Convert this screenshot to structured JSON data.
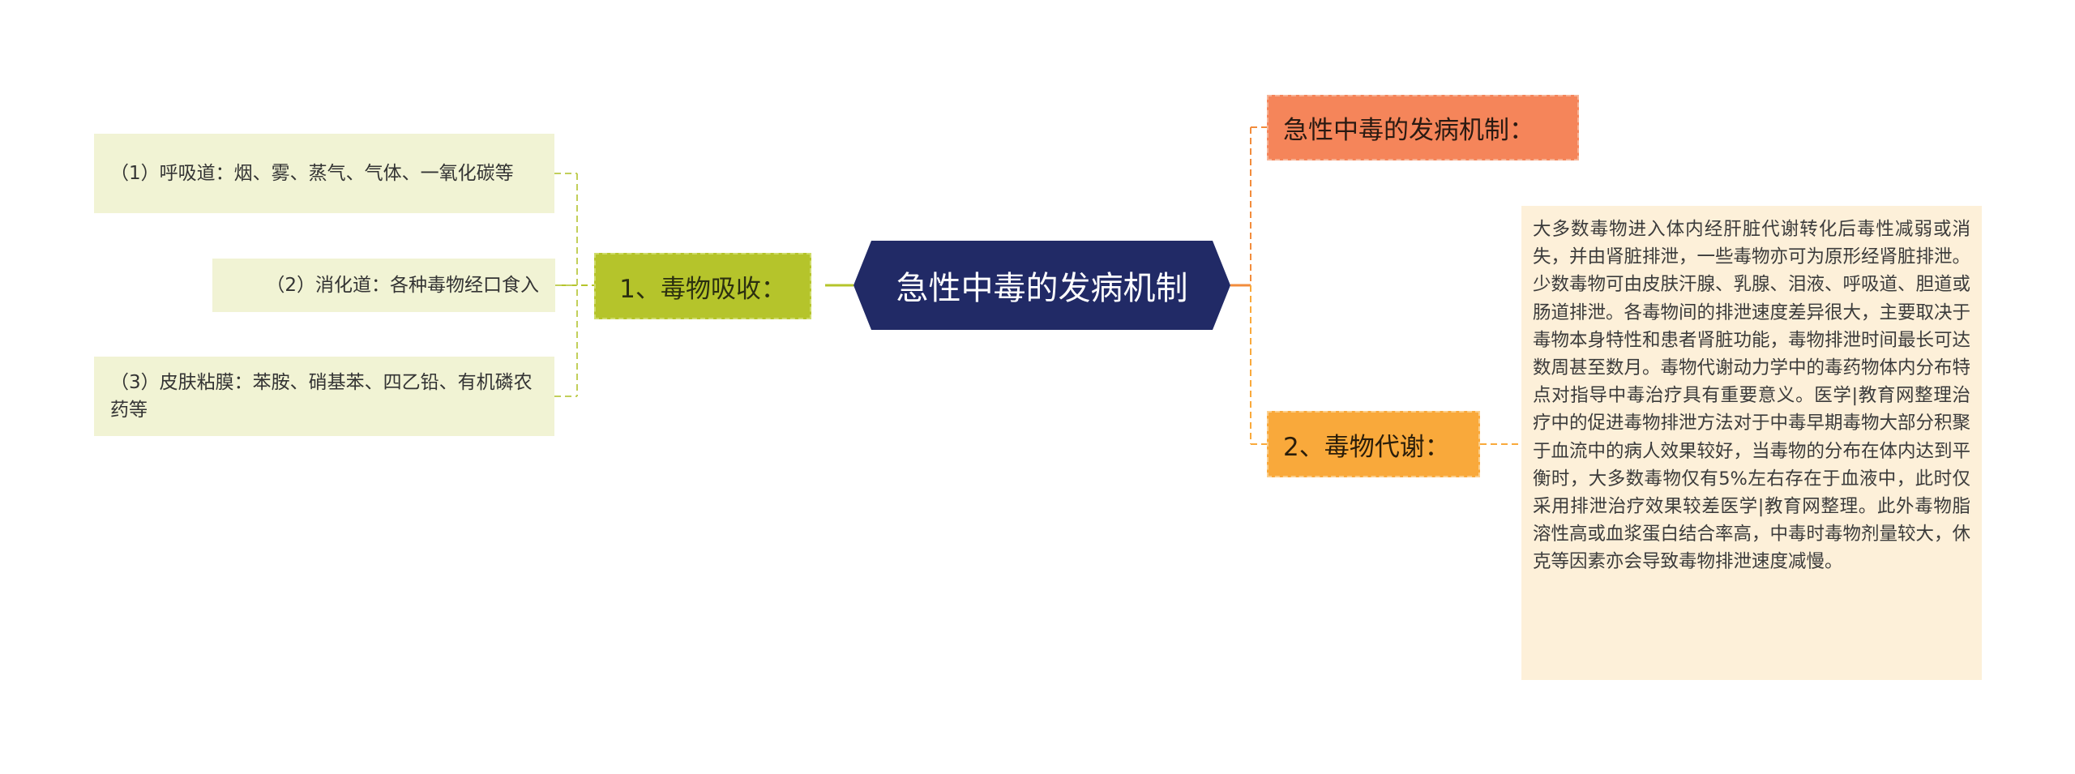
{
  "center": {
    "label": "急性中毒的发病机制"
  },
  "left_branch": {
    "label": "1、毒物吸收：",
    "items": [
      {
        "text": "（1）呼吸道：烟、雾、蒸气、气体、一氧化碳等"
      },
      {
        "text": "（2）消化道：各种毒物经口食入"
      },
      {
        "text": "（3）皮肤粘膜：苯胺、硝基苯、四乙铅、有机磷农药等"
      }
    ]
  },
  "right_branches": {
    "mechanism_title": "急性中毒的发病机制：",
    "metabolism": {
      "label": "2、毒物代谢：",
      "detail": "大多数毒物进入体内经肝脏代谢转化后毒性减弱或消失，并由肾脏排泄，一些毒物亦可为原形经肾脏排泄。少数毒物可由皮肤汗腺、乳腺、泪液、呼吸道、胆道或肠道排泄。各毒物间的排泄速度差异很大，主要取决于毒物本身特性和患者肾脏功能，毒物排泄时间最长可达数周甚至数月。毒物代谢动力学中的毒药物体内分布特点对指导中毒治疗具有重要意义。医学|教育网整理治疗中的促进毒物排泄方法对于中毒早期毒物大部分积聚于血流中的病人效果较好，当毒物的分布在体内达到平衡时，大多数毒物仅有5%左右存在于血液中，此时仅采用排泄治疗效果较差医学|教育网整理。此外毒物脂溶性高或血浆蛋白结合率高，中毒时毒物剂量较大，休克等因素亦会导致毒物排泄速度减慢。"
    }
  },
  "colors": {
    "center": "#212a66",
    "left_branch": "#b5c42b",
    "left_leaf": "#f1f3d4",
    "mechanism_title": "#f5855a",
    "metabolism": "#f9a93b",
    "metabolism_detail": "#fdf0d9"
  }
}
